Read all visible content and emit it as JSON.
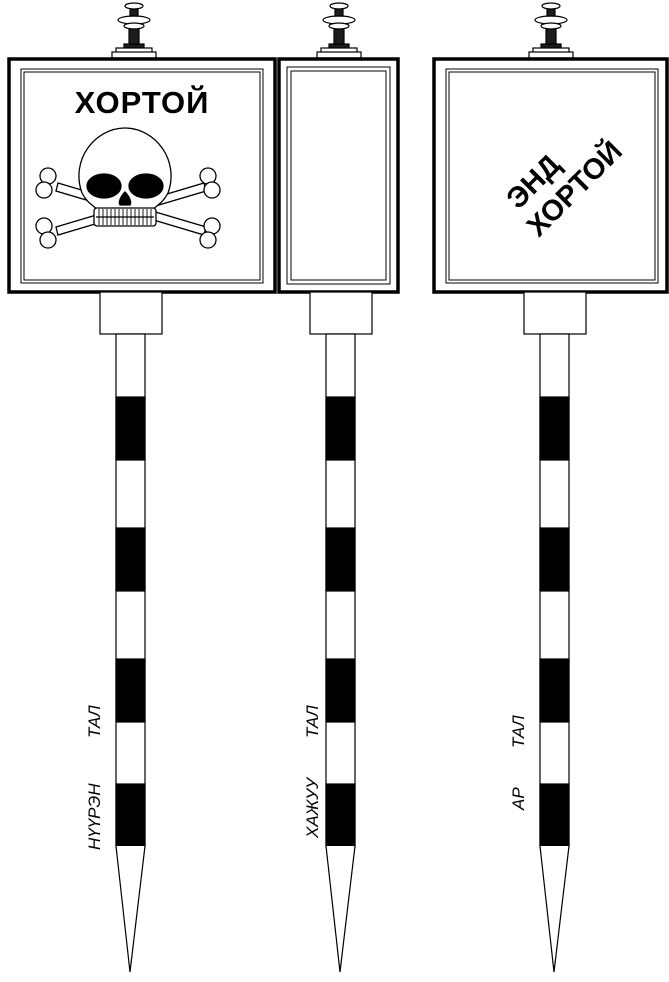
{
  "signs": [
    {
      "panel_lines": [
        "ХОРТОЙ"
      ],
      "panel_icon": "skull-crossbones-icon",
      "side_labels": [
        "НҮҮРЭН",
        "ТАЛ"
      ]
    },
    {
      "panel_lines": [],
      "panel_icon": "",
      "side_labels": [
        "ХАЖУУ",
        "ТАЛ"
      ]
    },
    {
      "panel_lines": [
        "ЭНД",
        "ХОРТОЙ"
      ],
      "panel_icon": "",
      "side_labels": [
        "АР",
        "ТАЛ"
      ]
    }
  ],
  "colors": {
    "ink": "#000000",
    "paper": "#ffffff"
  }
}
